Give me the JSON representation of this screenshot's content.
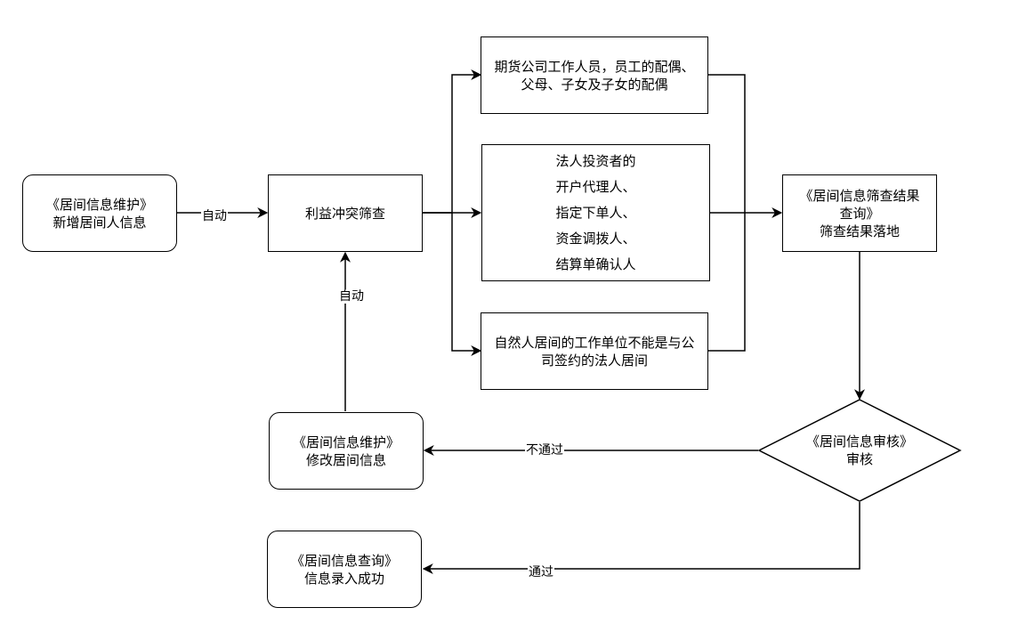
{
  "nodes": {
    "maintain_new": {
      "line1": "《居间信息维护》",
      "line2": "新增居间人信息"
    },
    "conflict_check": {
      "label": "利益冲突筛查"
    },
    "family": {
      "line1": "期货公司工作人员，员工的配偶、",
      "line2": "父母、子女及子女的配偶"
    },
    "legal_roles": {
      "lines": [
        "法人投资者的",
        "开户代理人、",
        "指定下单人、",
        "资金调拨人、",
        "结算单确认人"
      ]
    },
    "natural_person": {
      "line1": "自然人居间的工作单位不能是与公",
      "line2": "司签约的法人居间"
    },
    "screen_result": {
      "line1": "《居间信息筛查结果",
      "line2": "查询》",
      "line3": "筛查结果落地"
    },
    "audit": {
      "line1": "《居间信息审核》",
      "line2": "审核"
    },
    "maintain_edit": {
      "line1": "《居间信息维护》",
      "line2": "修改居间信息"
    },
    "query_success": {
      "line1": "《居间信息查询》",
      "line2": "信息录入成功"
    }
  },
  "edges": {
    "auto_1": "自动",
    "auto_2": "自动",
    "reject": "不通过",
    "pass": "通过"
  }
}
